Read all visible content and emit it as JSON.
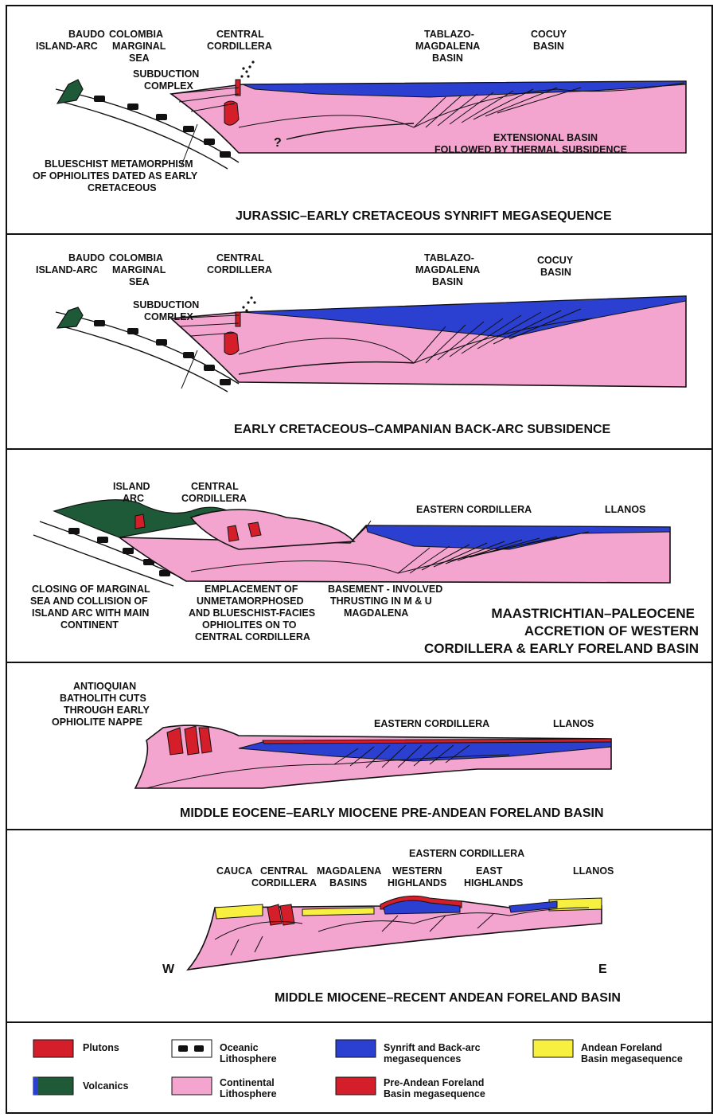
{
  "panels": [
    {
      "labels": {
        "baudo": [
          "BAUDO",
          "ISLAND-ARC"
        ],
        "colombia": [
          "COLOMBIA",
          "MARGINAL",
          "SEA"
        ],
        "central": [
          "CENTRAL",
          "CORDILLERA"
        ],
        "subduction": [
          "SUBDUCTION",
          "COMPLEX"
        ],
        "tablazo": [
          "TABLAZO-",
          "MAGDALENA",
          "BASIN"
        ],
        "cocuy": [
          "COCUY",
          "BASIN"
        ],
        "question": "?",
        "extensional": [
          "EXTENSIONAL BASIN",
          "FOLLOWED BY THERMAL SUBSIDENCE"
        ],
        "blueschist": [
          "BLUESCHIST METAMORPHISM",
          "OF OPHIOLITES DATED AS EARLY",
          "CRETACEOUS"
        ]
      },
      "title": "JURASSIC–EARLY CRETACEOUS SYNRIFT MEGASEQUENCE"
    },
    {
      "labels": {
        "baudo": [
          "BAUDO",
          "ISLAND-ARC"
        ],
        "colombia": [
          "COLOMBIA",
          "MARGINAL",
          "SEA"
        ],
        "central": [
          "CENTRAL",
          "CORDILLERA"
        ],
        "subduction": [
          "SUBDUCTION",
          "COMPLEX"
        ],
        "tablazo": [
          "TABLAZO-",
          "MAGDALENA",
          "BASIN"
        ],
        "cocuy": [
          "COCUY",
          "BASIN"
        ]
      },
      "title": "EARLY CRETACEOUS–CAMPANIAN BACK-ARC SUBSIDENCE"
    },
    {
      "labels": {
        "island": [
          "ISLAND",
          "ARC"
        ],
        "central": [
          "CENTRAL",
          "CORDILLERA"
        ],
        "eastern": "EASTERN CORDILLERA",
        "llanos": "LLANOS",
        "closing": [
          "CLOSING OF MARGINAL",
          "SEA AND COLLISION OF",
          "ISLAND ARC WITH MAIN",
          "CONTINENT"
        ],
        "emplacement": [
          "EMPLACEMENT OF",
          "UNMETAMORPHOSED",
          "AND BLUESCHIST-FACIES",
          "OPHIOLITES ON TO",
          "CENTRAL CORDILLERA"
        ],
        "basement": [
          "BASEMENT - INVOLVED",
          "THRUSTING IN M & U",
          "MAGDALENA"
        ]
      },
      "title": [
        "MAASTRICHTIAN–PALEOCENE",
        "ACCRETION OF WESTERN",
        "CORDILLERA & EARLY FORELAND BASIN"
      ]
    },
    {
      "labels": {
        "antioquian": [
          "ANTIOQUIAN",
          "BATHOLITH CUTS",
          "THROUGH EARLY",
          "OPHIOLITE NAPPE"
        ],
        "eastern": "EASTERN CORDILLERA",
        "llanos": "LLANOS"
      },
      "title": "MIDDLE EOCENE–EARLY MIOCENE PRE-ANDEAN FORELAND BASIN"
    },
    {
      "labels": {
        "eastern": "EASTERN CORDILLERA",
        "cauca": "CAUCA",
        "central": [
          "CENTRAL",
          "CORDILLERA"
        ],
        "magdalena": [
          "MAGDALENA",
          "BASINS"
        ],
        "western": [
          "WESTERN",
          "HIGHLANDS"
        ],
        "east": [
          "EAST",
          "HIGHLANDS"
        ],
        "llanos": "LLANOS",
        "w": "W",
        "e": "E"
      },
      "title": "MIDDLE MIOCENE–RECENT ANDEAN FORELAND BASIN"
    }
  ],
  "legend": [
    {
      "label": [
        "Plutons"
      ],
      "color": "#d41f2b"
    },
    {
      "label": [
        "Oceanic",
        "Lithosphere"
      ],
      "color": "#ffffff"
    },
    {
      "label": [
        "Synrift and Back-arc",
        "megasequences"
      ],
      "color": "#2b3fd0"
    },
    {
      "label": [
        "Andean  Foreland",
        "Basin megasequence"
      ],
      "color": "#f8f040"
    },
    {
      "label": [
        "Volcanics"
      ],
      "color": "#1f5a38"
    },
    {
      "label": [
        "Continental",
        "Lithosphere"
      ],
      "color": "#f4a5cf"
    },
    {
      "label": [
        "Pre-Andean  Foreland",
        "Basin megasequence"
      ],
      "color": "#d41f2b"
    }
  ]
}
